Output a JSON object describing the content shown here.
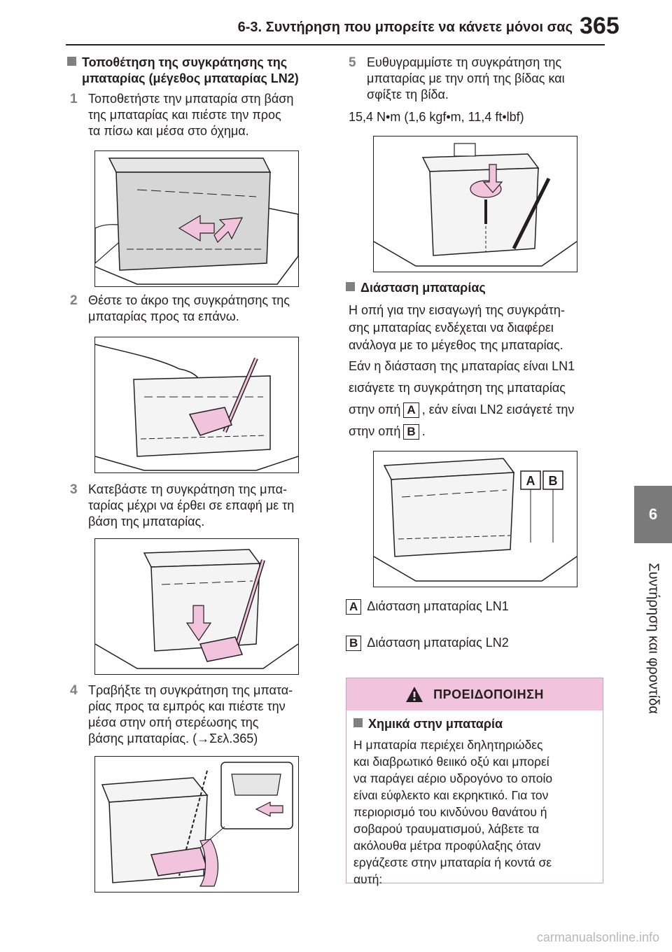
{
  "header": {
    "title": "6-3. Συντήρηση που μπορείτε να κάνετε μόνοι σας",
    "page_number": "365"
  },
  "side_tab": {
    "number": "6",
    "label": "Συντήρηση και φροντίδα"
  },
  "left": {
    "section_title_line1": "Τοποθέτηση της συγκράτησης της",
    "section_title_line2": "μπαταρίας (μέγεθος μπαταρίας LN2)",
    "steps": [
      {
        "num": "1",
        "lines": [
          "Τοποθετήστε την μπαταρία στη βάση",
          "της μπαταρίας και πιέστε την προς",
          "τα πίσω και μέσα στο όχημα."
        ]
      },
      {
        "num": "2",
        "lines": [
          "Θέστε το άκρο της συγκράτησης της",
          "μπαταρίας προς τα επάνω."
        ]
      },
      {
        "num": "3",
        "lines": [
          "Κατεβάστε τη συγκράτηση της μπα-",
          "ταρίας μέχρι να έρθει σε επαφή με τη",
          "βάση της μπαταρίας."
        ]
      },
      {
        "num": "4",
        "lines": [
          "Τραβήξτε τη συγκράτηση της μπατα-",
          "ρίας προς τα εμπρός και πιέστε την",
          "μέσα στην οπή στερέωσης της",
          "βάσης μπαταρίας. (→Σελ.365)"
        ]
      }
    ]
  },
  "right": {
    "step5": {
      "num": "5",
      "lines": [
        "Ευθυγραμμίστε τη συγκράτηση της",
        "μπαταρίας με την οπή της βίδας και",
        "σφίξτε τη βίδα."
      ]
    },
    "torque": "15,4 N•m (1,6 kgf•m, 11,4 ft•lbf)",
    "section2_title": "Διάσταση μπαταρίας",
    "para1_lines": [
      "Η οπή για την εισαγωγή της συγκράτη-",
      "σης μπαταρίας ενδέχεται να διαφέρει",
      "ανάλογα με το μέγεθος της μπαταρίας."
    ],
    "para2_line1": "Εάν η διάσταση της μπαταρίας είναι LN1",
    "para2_line2": "εισάγετε τη συγκράτηση της μπαταρίας",
    "para2_line3_a": "στην οπή",
    "para2_line3_b": ", εάν είναι LN2 εισάγετέ την",
    "para2_line4": "στην οπή",
    "label_a": "A",
    "label_b": "B",
    "legend_a": "Διάσταση μπαταρίας LN1",
    "legend_b": "Διάσταση μπαταρίας LN2"
  },
  "warning": {
    "title": "ΠΡΟΕΙΔΟΠΟΙΗΣΗ",
    "subtitle": "Χημικά στην μπαταρία",
    "lines": [
      "Η μπαταρία περιέχει δηλητηριώδες",
      "και διαβρωτικό θειικό οξύ και μπορεί",
      "να παράγει αέριο υδρογόνο το οποίο",
      "είναι εύφλεκτο και εκρηκτικό. Για τον",
      "περιορισμό του κινδύνου θανάτου ή",
      "σοβαρού τραυματισμού, λάβετε τα",
      "ακόλουθα μέτρα προφύλαξης όταν",
      "εργάζεστε στην μπαταρία ή κοντά σε",
      "αυτή:"
    ]
  },
  "colors": {
    "accent_pink": "#f2c3dd",
    "arrow_pink": "#e9a6c9",
    "gray": "#808080"
  },
  "watermark": "carmanualsonline.info"
}
